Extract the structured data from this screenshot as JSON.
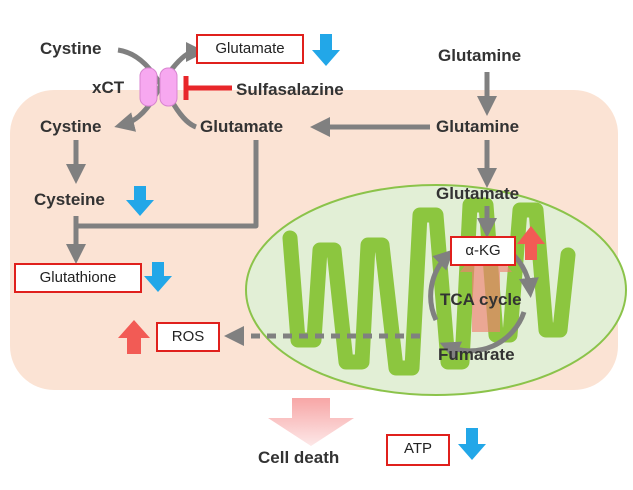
{
  "labels": {
    "cystine_out": "Cystine",
    "glutamate_out": "Glutamate",
    "xct": "xCT",
    "sulfasalazine": "Sulfasalazine",
    "glutamine_out": "Glutamine",
    "cystine_in": "Cystine",
    "glutamate_in": "Glutamate",
    "glutamine_in": "Glutamine",
    "cysteine": "Cysteine",
    "glutamate_mito": "Glutamate",
    "glutathione": "Glutathione",
    "akg": "α-KG",
    "tca_cycle": "TCA cycle",
    "ros": "ROS",
    "fumarate": "Fumarate",
    "cell_death": "Cell death",
    "atp": "ATP"
  },
  "colors": {
    "cell": "#fbe3d4",
    "mitochondrion_fill": "#e2efd6",
    "mitochondrion_stroke": "#8bc34a",
    "cristae": "#8cc63f",
    "arrow": "#808080",
    "up_arrow": "#f25b55",
    "down_arrow": "#22a7e8",
    "inhibitor": "#e8262a",
    "transporter": "#f7a8f0",
    "box_border": "#e0201c"
  },
  "icons": {
    "up": "red-up-arrow-icon",
    "down": "blue-down-arrow-icon",
    "transporter": "xct-transporter-icon"
  }
}
